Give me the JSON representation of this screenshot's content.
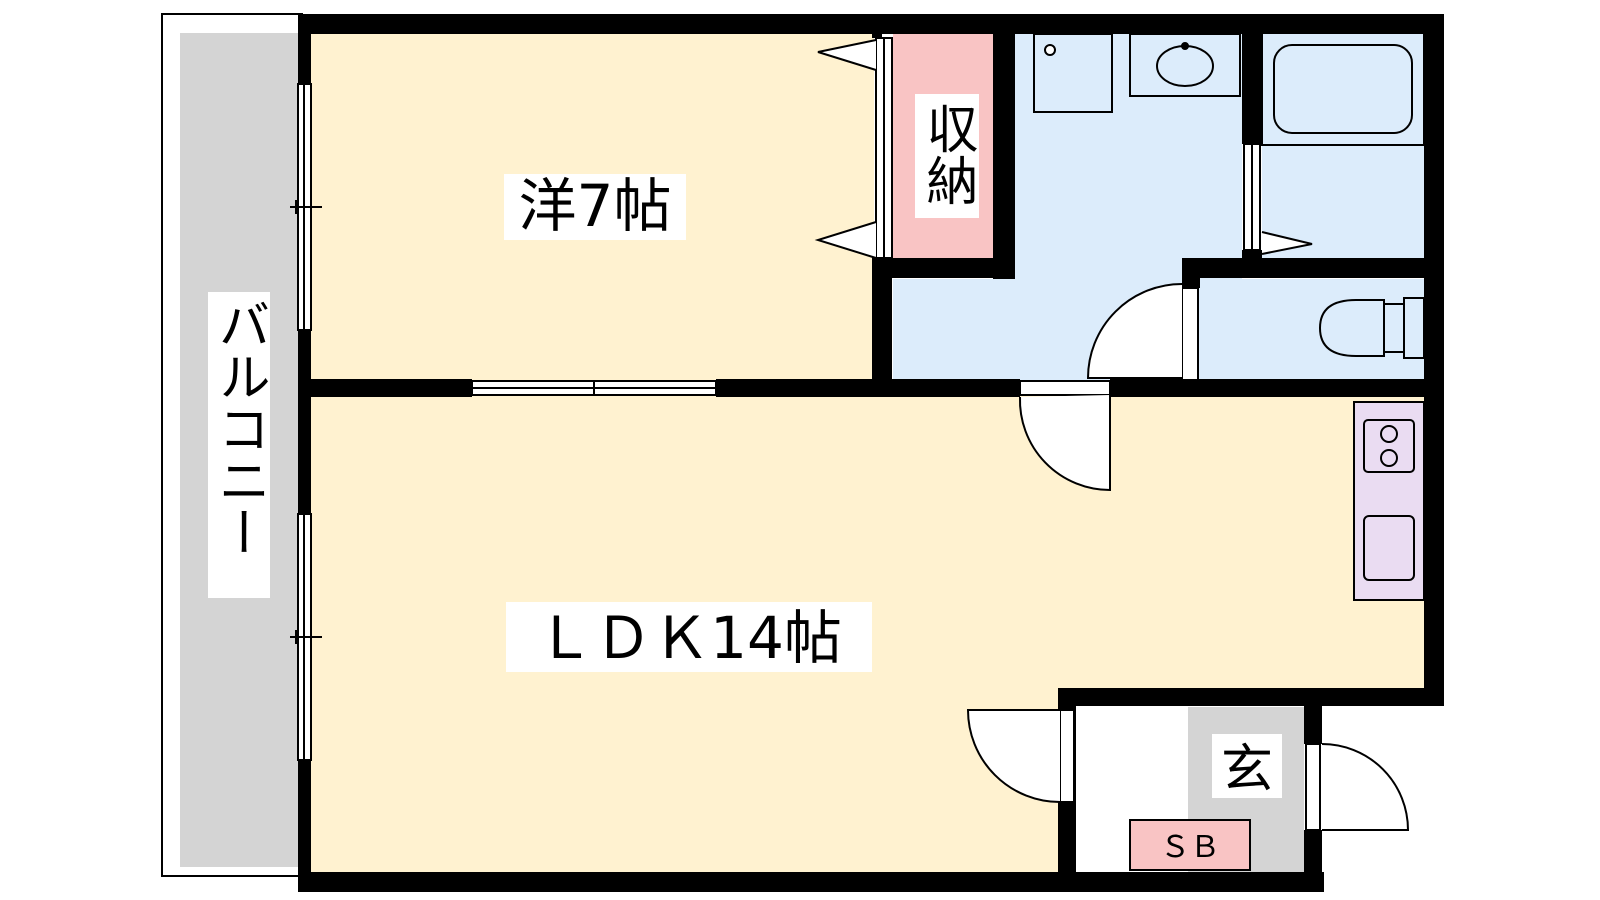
{
  "labels": {
    "balcony": "バルコニー",
    "western_room": "洋7帖",
    "storage": "収納",
    "ldk": "ＬＤＫ14帖",
    "entrance": "玄",
    "shoe_box": "ＳＢ"
  },
  "colors": {
    "room_fill": "#fff2d0",
    "wet_area_fill": "#dcecfb",
    "storage_fill": "#f9c4c4",
    "kitchen_fill": "#eadcf2",
    "balcony_fill": "#d4d4d4",
    "entrance_floor_fill": "#d4d4d4",
    "wall": "#000000"
  }
}
